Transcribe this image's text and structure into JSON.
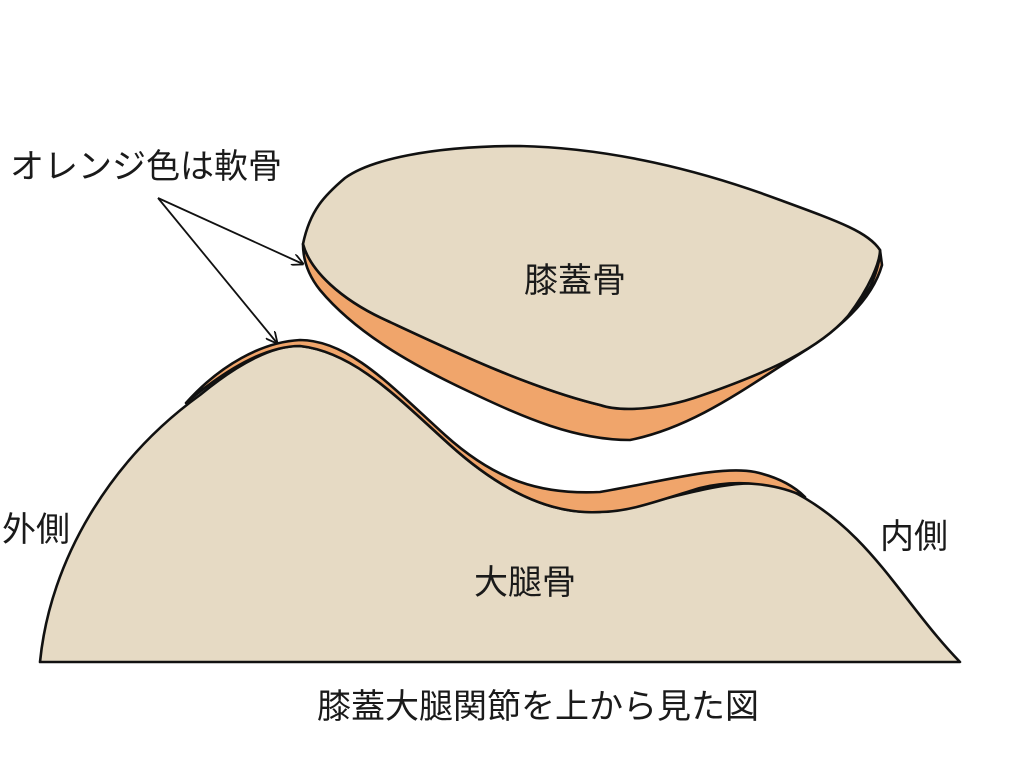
{
  "labels": {
    "cartilage_note": "オレンジ色は軟骨",
    "patella": "膝蓋骨",
    "femur": "大腿骨",
    "lateral": "外側",
    "medial": "内側",
    "caption": "膝蓋大腿関節を上から見た図"
  },
  "colors": {
    "bone": "#e6dac4",
    "cartilage": "#f0a56b",
    "outline": "#111111"
  }
}
